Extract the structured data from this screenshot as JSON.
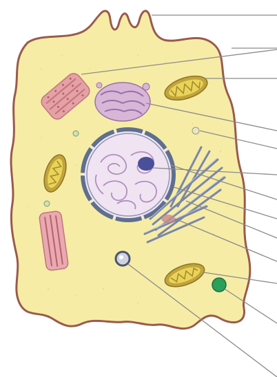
{
  "diagram": {
    "labels": [],
    "colors": {
      "cytoplasm": "#f6eca6",
      "membrane": "#9a5a4c",
      "nuclear_envelope": "#5f6f8f",
      "nucleoplasm": "#f1e4f2",
      "chromatin": "#b08ec0",
      "nucleolus": "#4a4f9a",
      "mitochondrion_outer": "#c2a43c",
      "mitochondrion_inner": "#e9d45a",
      "er": "#d88894",
      "golgi": "#b993c2",
      "centriole": "#8795b8",
      "vacuole": "#2aa05a",
      "leader_line": "#8a8a8a"
    },
    "organelles": [
      "cell-membrane",
      "microvilli",
      "rough-er",
      "golgi-apparatus",
      "mitochondrion",
      "nucleus",
      "nucleolus",
      "centrioles",
      "vesicle",
      "lysosome",
      "vacuole"
    ]
  }
}
